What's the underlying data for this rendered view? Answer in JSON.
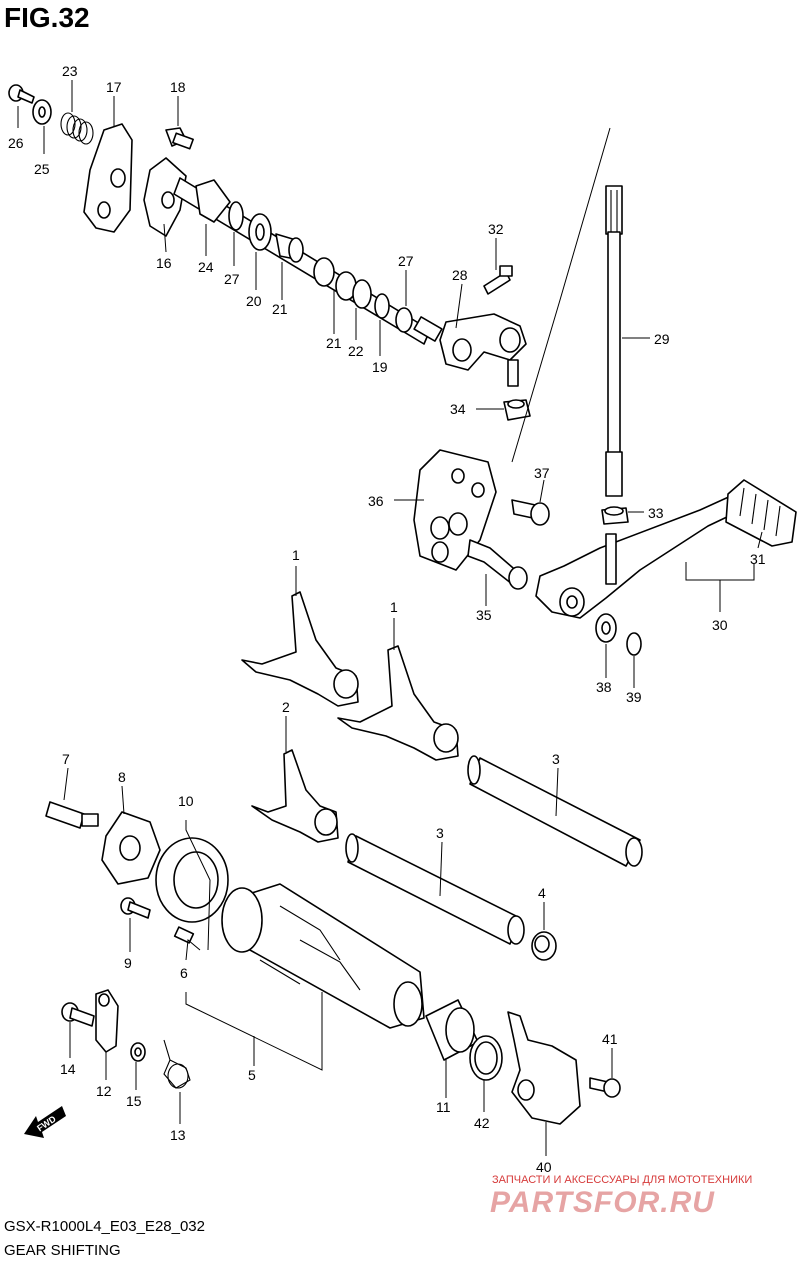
{
  "figure": {
    "title": "FIG.32"
  },
  "footer": {
    "model_code": "GSX-R1000L4_E03_E28_032",
    "section_name": "GEAR SHIFTING"
  },
  "watermark": {
    "tagline": "ЗАПЧАСТИ И АКСЕССУАРЫ ДЛЯ МОТОТЕХНИКИ",
    "brand": "PARTSFOR.RU",
    "color": "#d63b3b"
  },
  "direction_marker": {
    "text": "FWD"
  },
  "callouts": {
    "c26": "26",
    "c25": "25",
    "c23": "23",
    "c17": "17",
    "c18": "18",
    "c16": "16",
    "c24": "24",
    "c27a": "27",
    "c20": "20",
    "c21a": "21",
    "c21b": "21",
    "c22": "22",
    "c19": "19",
    "c27b": "27",
    "c28": "28",
    "c32": "32",
    "c29": "29",
    "c34": "34",
    "c37": "37",
    "c36": "36",
    "c33": "33",
    "c31": "31",
    "c30": "30",
    "c35": "35",
    "c38": "38",
    "c39": "39",
    "c1a": "1",
    "c1b": "1",
    "c2": "2",
    "c3a": "3",
    "c3b": "3",
    "c7": "7",
    "c8": "8",
    "c10": "10",
    "c9": "9",
    "c6": "6",
    "c4": "4",
    "c5": "5",
    "c14": "14",
    "c12": "12",
    "c15": "15",
    "c13": "13",
    "c11": "11",
    "c42": "42",
    "c41": "41",
    "c40": "40"
  }
}
